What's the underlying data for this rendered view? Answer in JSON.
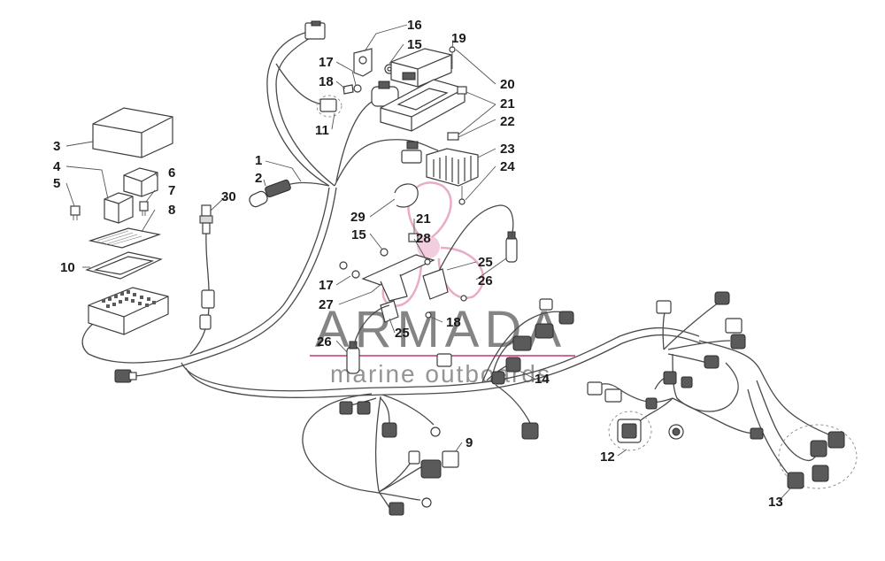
{
  "diagram": {
    "callouts": [
      "1",
      "2",
      "3",
      "4",
      "5",
      "6",
      "7",
      "8",
      "9",
      "10",
      "11",
      "12",
      "13",
      "14",
      "15",
      "15",
      "16",
      "17",
      "17",
      "18",
      "18",
      "19",
      "20",
      "21",
      "21",
      "22",
      "23",
      "24",
      "25",
      "25",
      "26",
      "26",
      "27",
      "28",
      "29",
      "30"
    ]
  },
  "watermark": {
    "brand": "ARMADA",
    "tagline": "marine outboards",
    "accent_color": "#d6669a"
  }
}
